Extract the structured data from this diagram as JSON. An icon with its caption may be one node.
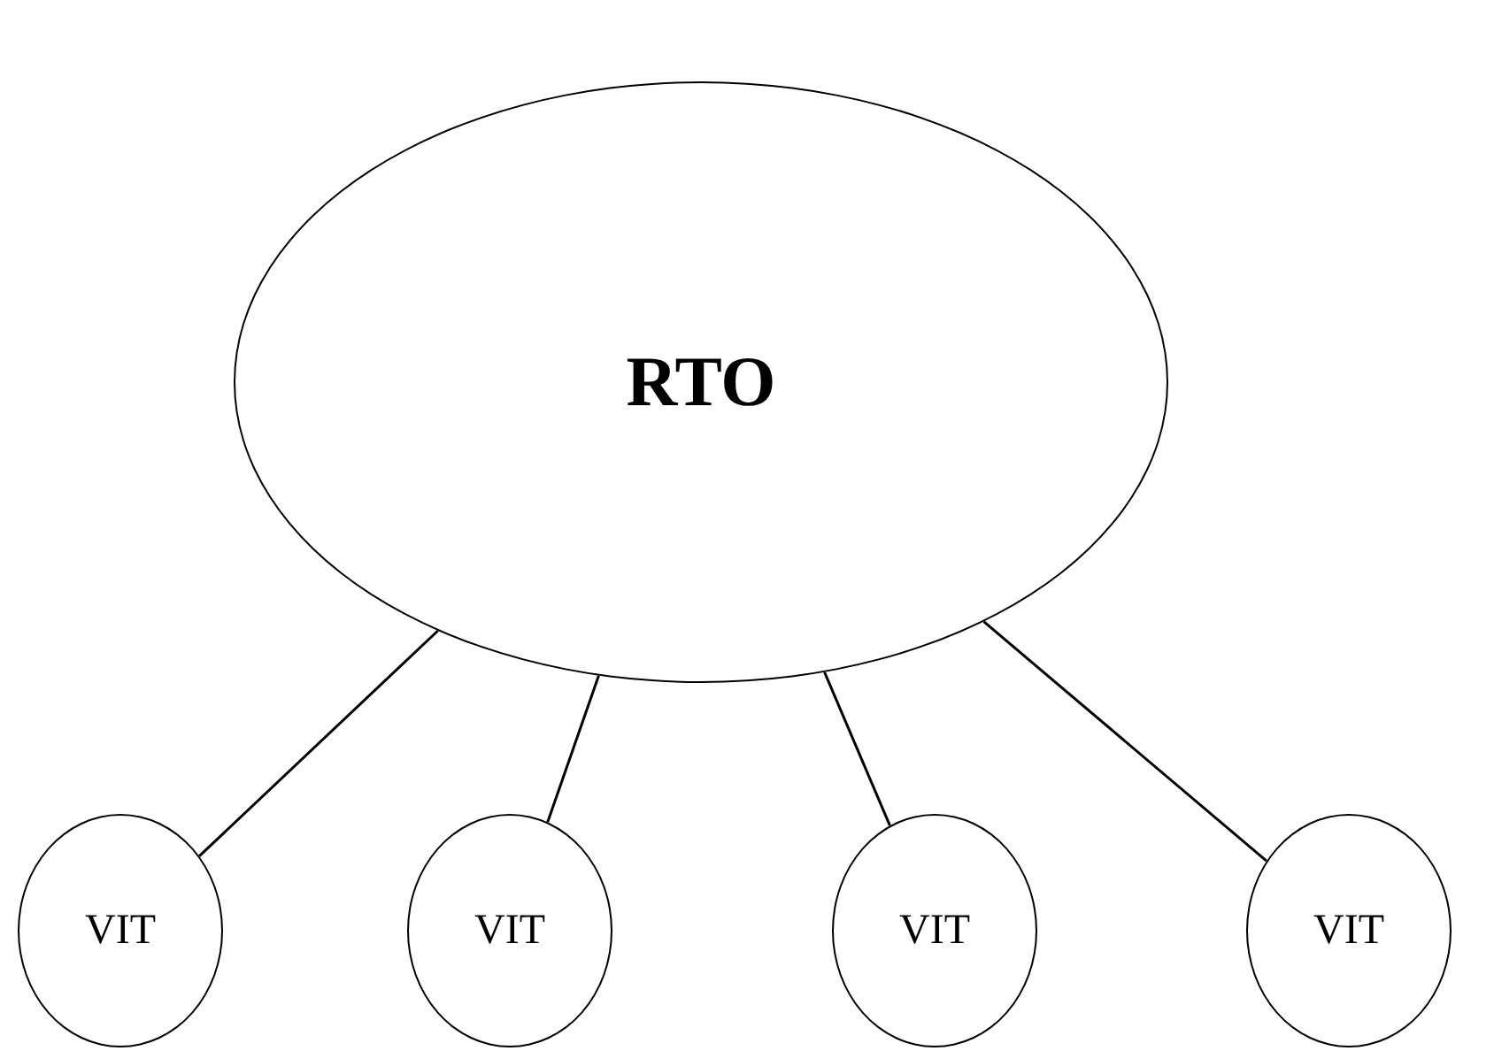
{
  "diagram": {
    "nodes": [
      {
        "text": [
          "RTO"
        ]
      },
      {
        "text": [
          "VIT"
        ]
      },
      {
        "text": [
          "VIT"
        ]
      },
      {
        "text": [
          "VIT"
        ]
      },
      {
        "text": [
          "VIT"
        ]
      }
    ],
    "edges": [
      {
        "from": 0,
        "to": 1,
        "arrow": "none"
      },
      {
        "from": 0,
        "to": 2,
        "arrow": "none"
      },
      {
        "from": 0,
        "to": 3,
        "arrow": "none"
      },
      {
        "from": 0,
        "to": 4,
        "arrow": "none"
      }
    ]
  }
}
